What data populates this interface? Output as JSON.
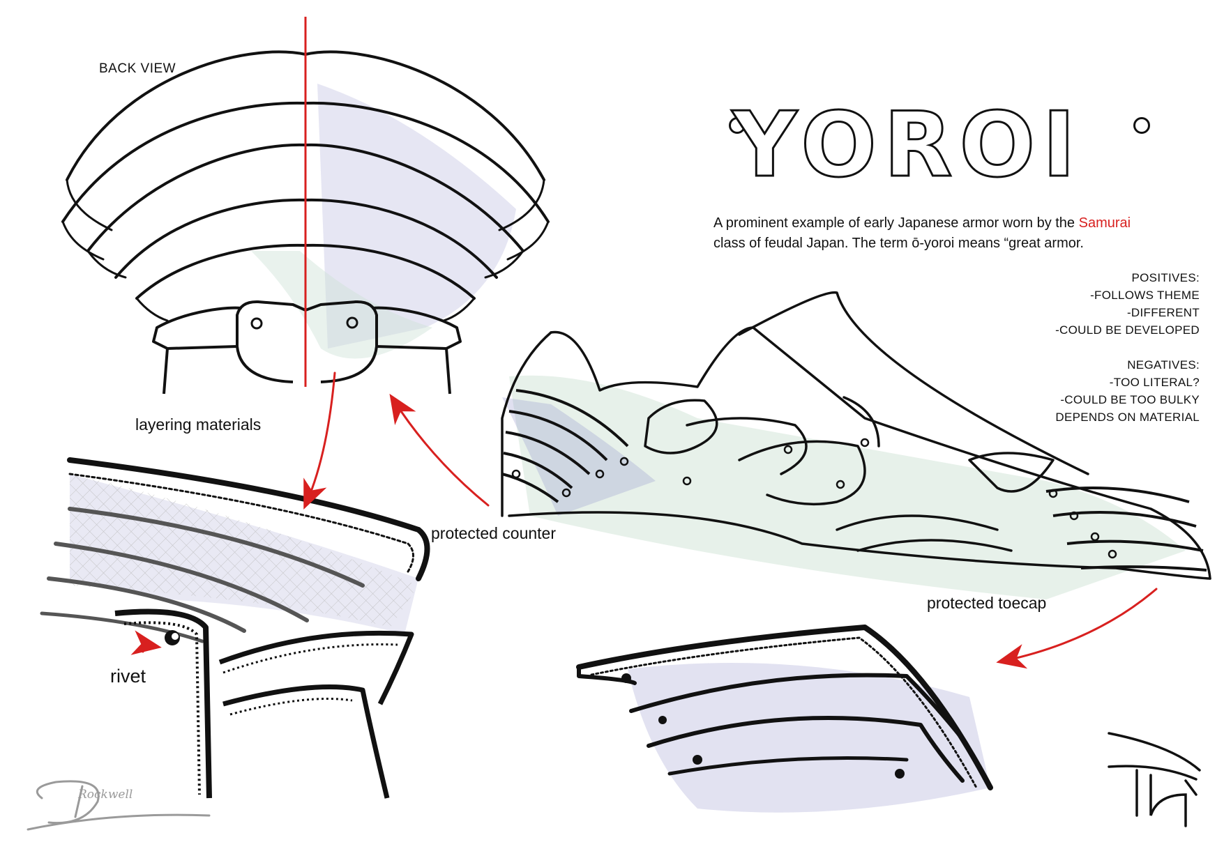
{
  "sheet": {
    "back_view_label": "BACK VIEW",
    "title": {
      "word": "YOROI",
      "open_mark": "quote-circle-icon",
      "close_mark": "quote-circle-icon"
    },
    "description": {
      "part1": "A prominent example of early Japanese armor worn by the ",
      "highlight": "Samurai",
      "part2": "class of feudal Japan. The term ō-yoroi means “great armor."
    },
    "positives": {
      "heading": "POSITIVES:",
      "items": [
        "-FOLLOWS THEME",
        "-DIFFERENT",
        "-COULD BE DEVELOPED"
      ]
    },
    "negatives": {
      "heading": "NEGATIVES:",
      "items": [
        "-TOO LITERAL?",
        "-COULD BE TOO BULKY",
        "DEPENDS ON MATERIAL"
      ]
    },
    "callouts": {
      "layering": "layering materials",
      "counter": "protected counter",
      "toecap": "protected toecap",
      "rivet": "rivet"
    },
    "signature": "Rockwell"
  },
  "colors": {
    "ink": "#111111",
    "accent_red": "#d8201f",
    "shade_violet": "#8f8fc8",
    "shade_green": "#cfe3d6"
  }
}
